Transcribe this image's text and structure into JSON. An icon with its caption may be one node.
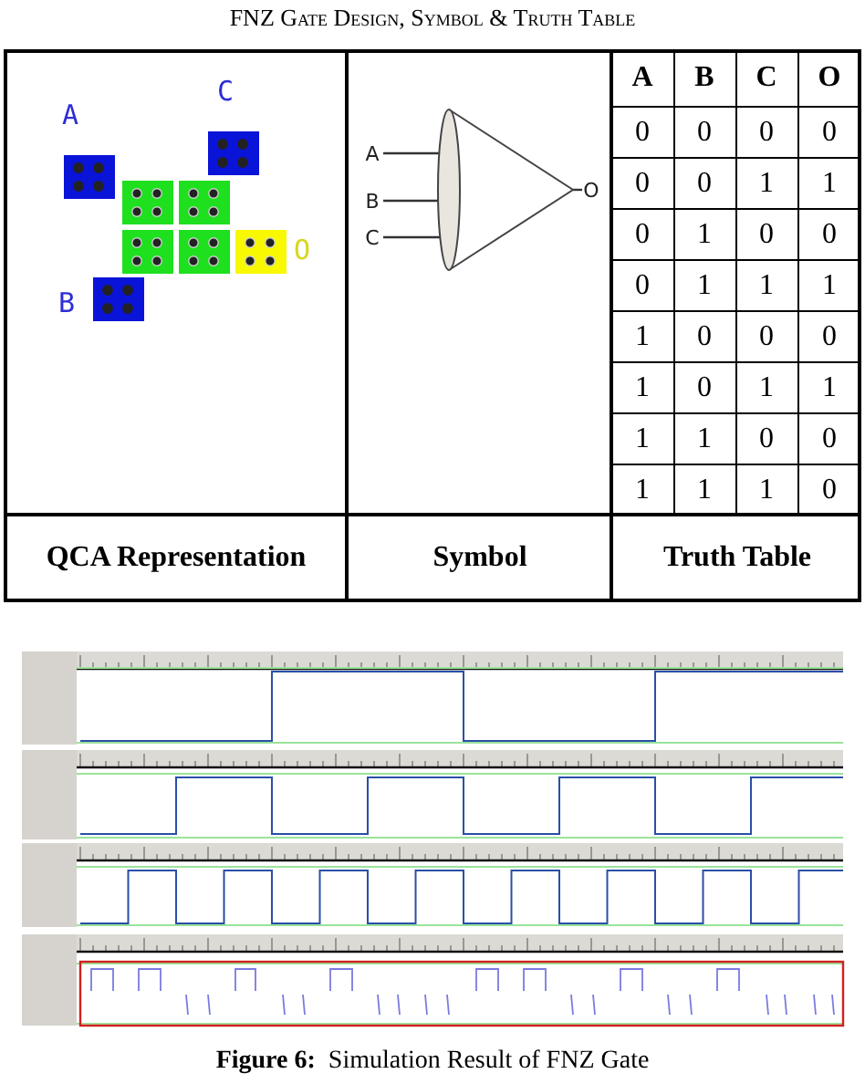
{
  "diagram": {
    "title": "FNZ Gate Design, Symbol & Truth Table",
    "caption": "**Figure 6:**  Simulation Result of FNZ Gate",
    "nodes": [
      {
        "text": [
          "A"
        ]
      },
      {
        "text": [
          "B"
        ]
      },
      {
        "text": [
          "C"
        ]
      },
      {
        "text": [],
        "shape": "cone"
      },
      {
        "text": [
          "O"
        ]
      }
    ],
    "edges": [
      {
        "from": 0,
        "to": 3,
        "arrow": "none"
      },
      {
        "from": 1,
        "to": 3,
        "arrow": "none"
      },
      {
        "from": 2,
        "to": 3,
        "arrow": "none"
      },
      {
        "from": 3,
        "to": 4,
        "arrow": "none"
      }
    ],
    "labels": [
      "A",
      "C",
      "B",
      "O",
      "A",
      "B",
      "C",
      "O",
      "0",
      "0",
      "0",
      "0",
      "0",
      "0",
      "1",
      "1",
      "0",
      "1",
      "0",
      "0",
      "0",
      "1",
      "1",
      "1",
      "1",
      "0",
      "0",
      "0",
      "1",
      "0",
      "1",
      "1",
      "1",
      "1",
      "0",
      "0",
      "1",
      "1",
      "1",
      "0",
      "QCA Representation",
      "Symbol",
      "Truth Table"
    ]
  }
}
